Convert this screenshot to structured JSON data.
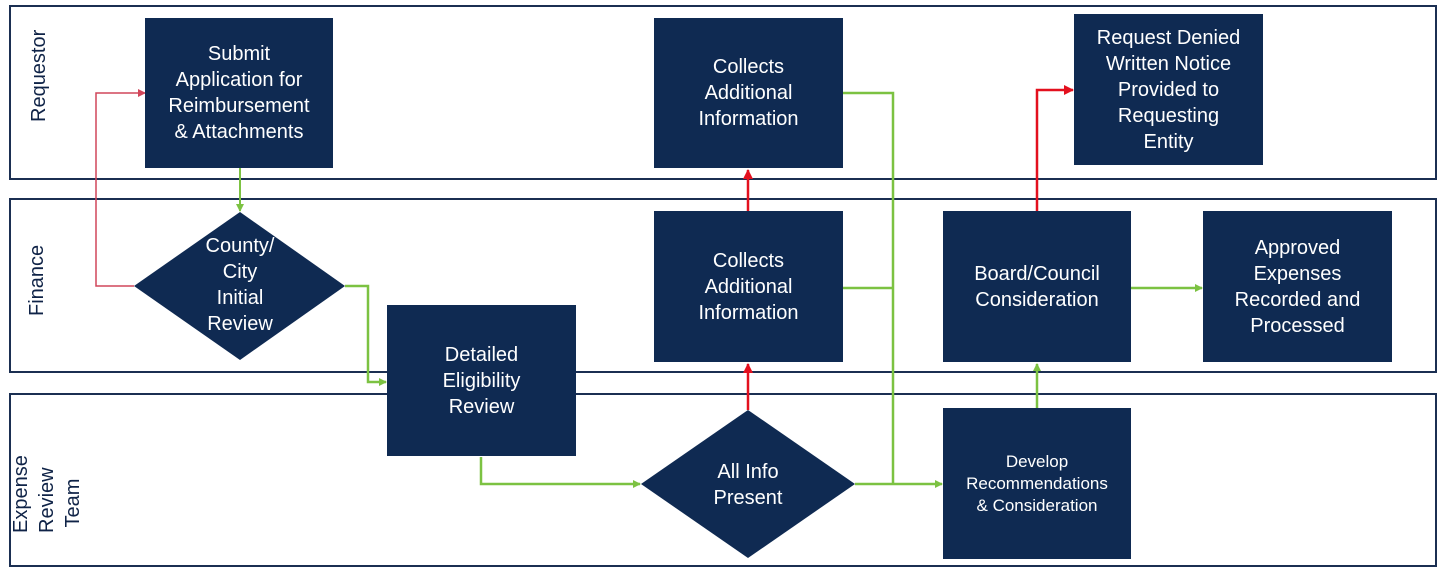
{
  "lanes": {
    "requestor": "Requestor",
    "finance": "Finance",
    "expense": "Expense\nReview Team"
  },
  "nodes": {
    "submit": "Submit\nApplication for\nReimbursement\n& Attachments",
    "collects_top": "Collects\nAdditional\nInformation",
    "denied": "Request Denied\nWritten Notice\nProvided to\nRequesting\nEntity",
    "initial_review": "County/\nCity\nInitial\nReview",
    "collects_mid": "Collects\nAdditional\nInformation",
    "board": "Board/Council\nConsideration",
    "approved": "Approved\nExpenses\nRecorded and\nProcessed",
    "detailed": "Detailed\nEligibility\nReview",
    "all_info": "All Info\nPresent",
    "develop": "Develop\nRecommendations\n& Consideration"
  },
  "colors": {
    "box": "#0f2a52",
    "lane_border": "#1b2f52",
    "green_arrow": "#7cc242",
    "red_arrow": "#e3101e",
    "pink_arrow": "#d1465a"
  }
}
